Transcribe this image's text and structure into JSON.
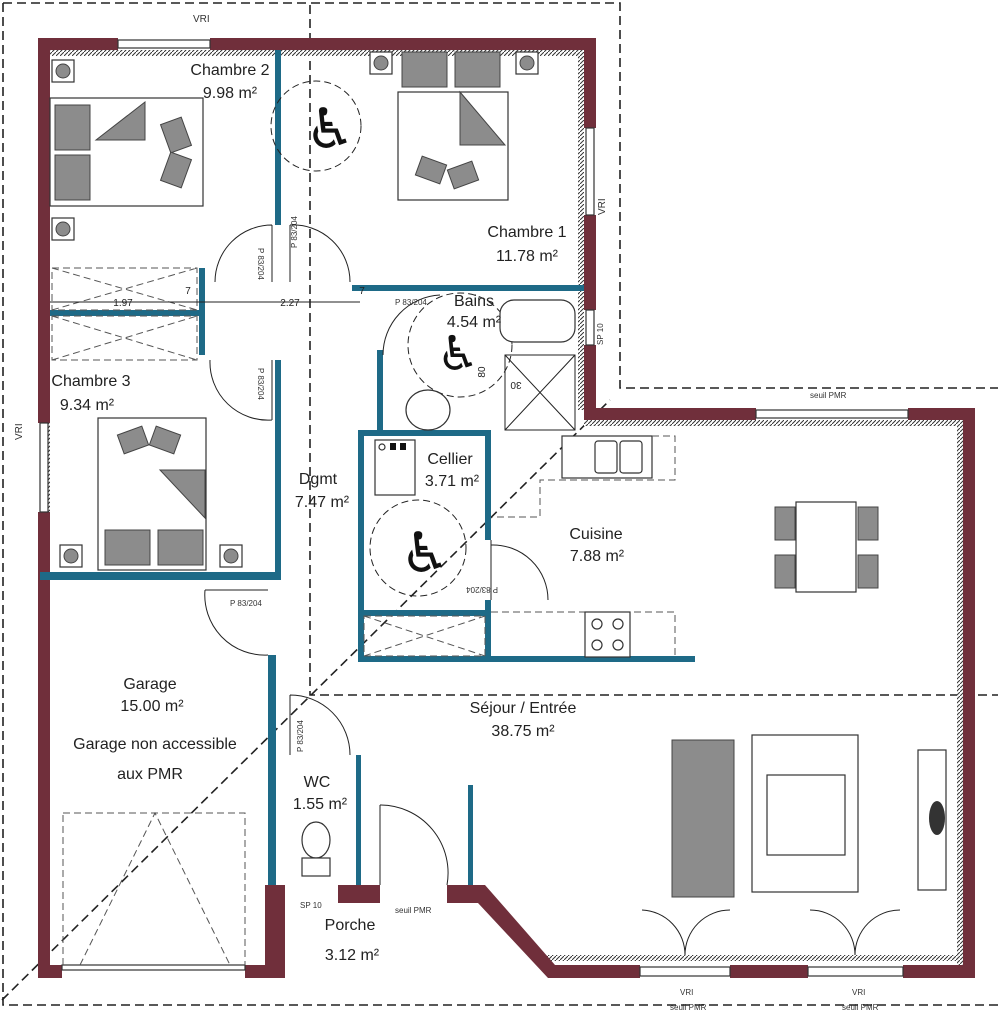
{
  "plan": {
    "rooms": [
      {
        "name": "Chambre 2",
        "area": "9.98 m²"
      },
      {
        "name": "Chambre 1",
        "area": "11.78 m²"
      },
      {
        "name": "Chambre 3",
        "area": "9.34 m²"
      },
      {
        "name": "Bains",
        "area": "4.54 m²"
      },
      {
        "name": "Cellier",
        "area": "3.71 m²"
      },
      {
        "name": "Dgmt",
        "area": "7.47 m²"
      },
      {
        "name": "Cuisine",
        "area": "7.88 m²"
      },
      {
        "name": "Garage",
        "area": "15.00 m²"
      },
      {
        "name": "Séjour / Entrée",
        "area": "38.75 m²"
      },
      {
        "name": "WC",
        "area": "1.55 m²"
      },
      {
        "name": "Porche",
        "area": "3.12 m²"
      }
    ],
    "garage_note": [
      "Garage non accessible",
      "aux PMR"
    ],
    "window_label": "VRI",
    "threshold_label": "seuil PMR",
    "vent_label": "SP 10",
    "door_label": "P 83/204",
    "dimensions": {
      "closet_width": "1.97",
      "hall_width": "2.27",
      "wall_a": "7",
      "wall_b": "7",
      "shower_a": "80",
      "shower_b": "30"
    },
    "colors": {
      "exterior_wall": "#702f3b",
      "interior_wall": "#1e6a87"
    }
  }
}
